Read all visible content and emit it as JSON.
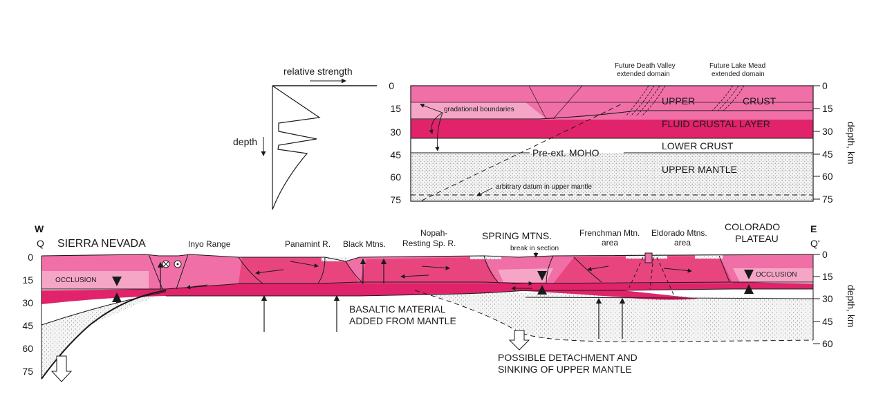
{
  "strength_profile": {
    "title": "relative strength",
    "depth_label": "depth"
  },
  "upper_section": {
    "labels": {
      "future_death_valley": [
        "Future Death Valley",
        "extended domain"
      ],
      "future_lake_mead": [
        "Future Lake Mead",
        "extended domain"
      ],
      "upper": "UPPER",
      "crust": "CRUST",
      "fluid_crustal_layer": "FLUID CRUSTAL LAYER",
      "lower_crust": "LOWER CRUST",
      "pre_ext_moho": "Pre-ext. MOHO",
      "upper_mantle": "UPPER MANTLE",
      "gradational_boundaries": "gradational boundaries",
      "arbitrary_datum": "arbitrary datum in upper mantle"
    },
    "depth_ticks": [
      "0",
      "15",
      "30",
      "45",
      "60",
      "75"
    ],
    "axis_label": "depth, km"
  },
  "lower_section": {
    "endpoints": {
      "west": "W",
      "west_sub": "Q",
      "east": "E",
      "east_sub": "Q'"
    },
    "labels": {
      "sierra_nevada": "SIERRA NEVADA",
      "inyo_range": "Inyo Range",
      "panamint": "Panamint R.",
      "black_mtns": "Black Mtns.",
      "nopah": [
        "Nopah-",
        "Resting Sp. R."
      ],
      "spring_mtns": "SPRING MTNS.",
      "break_in_section": "break in section",
      "frenchman": [
        "Frenchman Mtn.",
        "area"
      ],
      "eldorado": [
        "Eldorado Mtns.",
        "area"
      ],
      "colorado_plateau": [
        "COLORADO",
        "PLATEAU"
      ],
      "occlusion_west": "OCCLUSION",
      "occlusion_east": "OCCLUSION",
      "basaltic": [
        "BASALTIC MATERIAL",
        "ADDED FROM MANTLE"
      ],
      "detachment": [
        "POSSIBLE DETACHMENT AND",
        "SINKING OF UPPER MANTLE"
      ]
    },
    "left_ticks": [
      "0",
      "15",
      "30",
      "45",
      "60",
      "75"
    ],
    "right_ticks": [
      "0",
      "15",
      "30",
      "45",
      "60"
    ],
    "axis_label": "depth, km"
  },
  "colors": {
    "upper_crust": "#f06fa6",
    "fluid_layer": "#e0236a",
    "fluid_layer_lower": "#e8457f",
    "light_crust": "#f5a6c6",
    "mantle_stipple": "#ececec",
    "line": "#1a1a1a"
  }
}
